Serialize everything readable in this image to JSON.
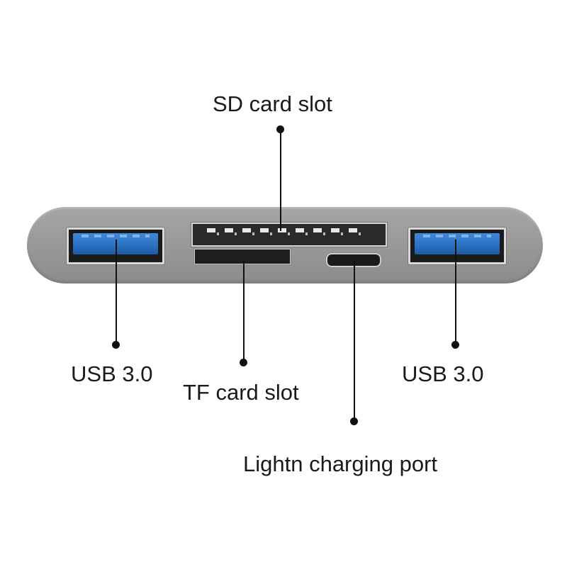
{
  "callouts": {
    "sd_card_slot": "SD card slot",
    "usb_left": "USB 3.0",
    "tf_card_slot": "TF card slot",
    "usb_right": "USB 3.0",
    "lightning_port": "Lightn charging port"
  },
  "colors": {
    "hub_body": "#9a9a9a",
    "usb_tongue": "#2a6fc0",
    "port_dark": "#1b1b1b",
    "leader": "#111111",
    "text": "#1a1a1a"
  }
}
